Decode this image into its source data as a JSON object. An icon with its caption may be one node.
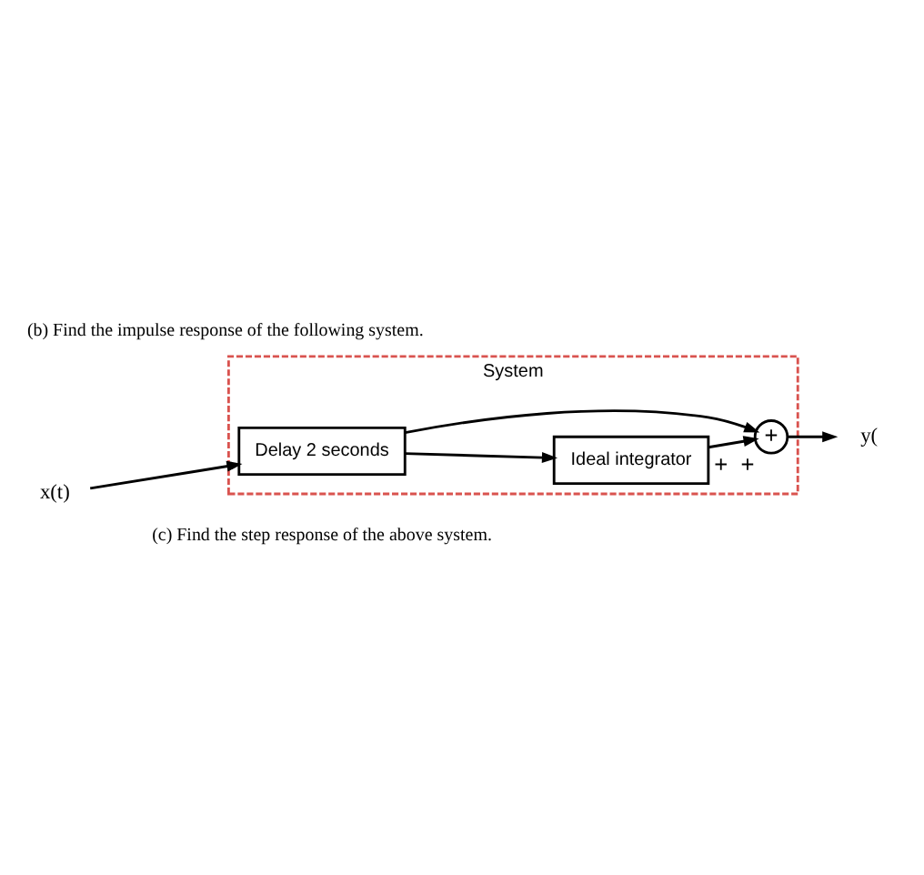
{
  "diagram": {
    "title": "(b) Find the impulse response of the following system.",
    "caption": "(c) Find the step response of the above system.",
    "nodes": [
      {
        "text": [
          "System"
        ]
      },
      {
        "text": [
          "x(t)"
        ]
      },
      {
        "text": [
          "Delay 2 seconds"
        ],
        "in": 0
      },
      {
        "text": [
          "Ideal integrator"
        ],
        "in": 0
      },
      {
        "text": [
          "+"
        ],
        "in": 0,
        "beside": [
          "+",
          "+"
        ]
      },
      {
        "text": [
          "y("
        ]
      }
    ],
    "edges": [
      {
        "from": 1,
        "to": 2,
        "arrow": "to"
      },
      {
        "from": 2,
        "to": 4,
        "arrow": "to"
      },
      {
        "from": 2,
        "to": 3,
        "arrow": "to"
      },
      {
        "from": 3,
        "to": 4,
        "arrow": "to"
      },
      {
        "from": 4,
        "to": 5,
        "arrow": "to"
      }
    ]
  }
}
